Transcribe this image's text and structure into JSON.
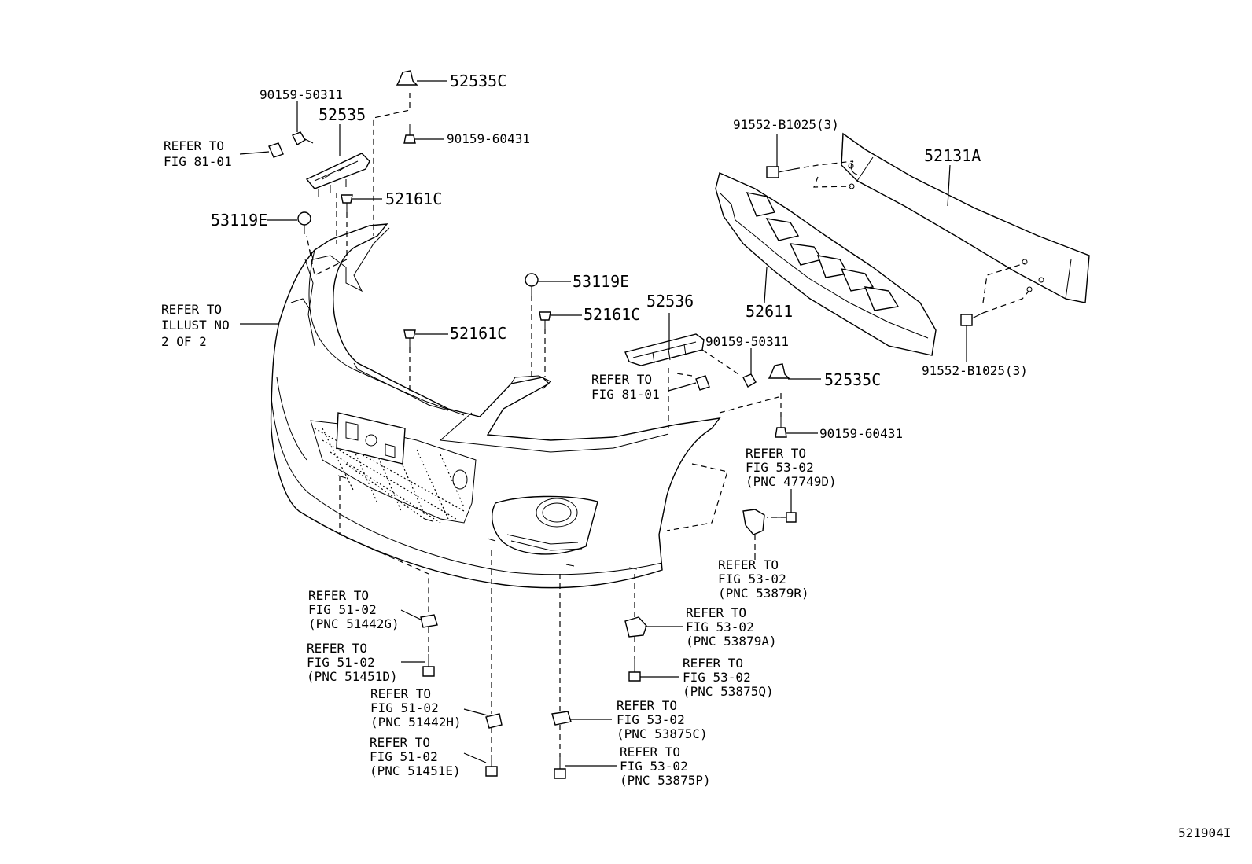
{
  "labels": {
    "p52535c_top": "52535C",
    "p90159_50311_left": "90159-50311",
    "p52535": "52535",
    "refer_fig8101_left_1": "REFER TO",
    "refer_fig8101_left_2": "FIG 81-01",
    "p90159_60431_top": "90159-60431",
    "p52161c_top": "52161C",
    "p53119e_left": "53119E",
    "refer_illust_1": "REFER TO",
    "refer_illust_2": "ILLUST NO",
    "refer_illust_3": "2 OF 2",
    "p52161c_mid": "52161C",
    "p53119e_mid": "53119E",
    "p52161c_right": "52161C",
    "p52536": "52536",
    "p90159_50311_right": "90159-50311",
    "refer_fig8101_mid_1": "REFER TO",
    "refer_fig8101_mid_2": "FIG 81-01",
    "p52535c_right": "52535C",
    "p90159_60431_right": "90159-60431",
    "p91552_top": "91552-B1025(3)",
    "p52131a": "52131A",
    "p52611": "52611",
    "p91552_bottom": "91552-B1025(3)",
    "ref_47749d_1": "REFER TO",
    "ref_47749d_2": "FIG 53-02",
    "ref_47749d_3": "(PNC 47749D)",
    "ref_53879r_1": "REFER TO",
    "ref_53879r_2": "FIG 53-02",
    "ref_53879r_3": "(PNC 53879R)",
    "ref_53879a_1": "REFER TO",
    "ref_53879a_2": "FIG 53-02",
    "ref_53879a_3": "(PNC 53879A)",
    "ref_53875q_1": "REFER TO",
    "ref_53875q_2": "FIG 53-02",
    "ref_53875q_3": "(PNC 53875Q)",
    "ref_53875c_1": "REFER TO",
    "ref_53875c_2": "FIG 53-02",
    "ref_53875c_3": "(PNC 53875C)",
    "ref_53875p_1": "REFER TO",
    "ref_53875p_2": "FIG 53-02",
    "ref_53875p_3": "(PNC 53875P)",
    "ref_51442g_1": "REFER TO",
    "ref_51442g_2": "FIG 51-02",
    "ref_51442g_3": "(PNC 51442G)",
    "ref_51451d_1": "REFER TO",
    "ref_51451d_2": "FIG 51-02",
    "ref_51451d_3": "(PNC 51451D)",
    "ref_51442h_1": "REFER TO",
    "ref_51442h_2": "FIG 51-02",
    "ref_51442h_3": "(PNC 51442H)",
    "ref_51451e_1": "REFER TO",
    "ref_51451e_2": "FIG 51-02",
    "ref_51451e_3": "(PNC 51451E)",
    "figure_id": "521904I"
  },
  "colors": {
    "ink": "#000000",
    "paper": "#ffffff"
  }
}
